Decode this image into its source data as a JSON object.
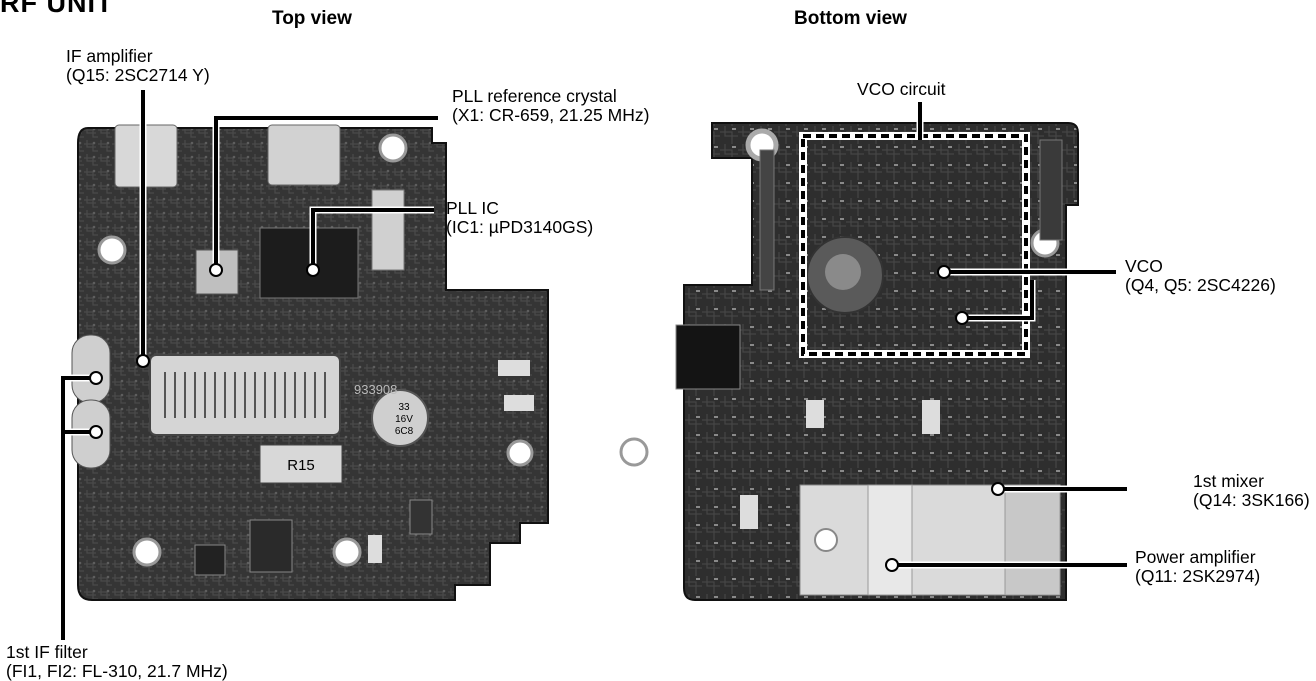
{
  "header": {
    "title": "RF UNIT"
  },
  "views": {
    "top": "Top view",
    "bottom": "Bottom view"
  },
  "labels": {
    "if_amp": {
      "name": "IF amplifier",
      "part": "(Q15: 2SC2714 Y)"
    },
    "pll_crystal": {
      "name": "PLL reference crystal",
      "part": "(X1: CR-659, 21.25 MHz)"
    },
    "pll_ic": {
      "name": "PLL IC",
      "part": "(IC1: µPD3140GS)"
    },
    "if_filter": {
      "name": "1st IF filter",
      "part": "(FI1, FI2: FL-310, 21.7 MHz)"
    },
    "vco_circuit": {
      "name": "VCO circuit"
    },
    "vco": {
      "name": "VCO",
      "part": "(Q4, Q5: 2SC4226)"
    },
    "mixer": {
      "name": "1st mixer",
      "part": "(Q14: 3SK166)"
    },
    "power_amp": {
      "name": "Power amplifier",
      "part": "(Q11: 2SK2974)"
    }
  },
  "board_marks": {
    "top_code": "933908",
    "resistor": "R15",
    "cap_top": "33",
    "cap_mid": "16V",
    "cap_bot": "6C8"
  },
  "colors": {
    "pcb": "#3a3a3a",
    "pcb_dark": "#222222",
    "component": "#cfcfcf",
    "line": "#000000"
  }
}
